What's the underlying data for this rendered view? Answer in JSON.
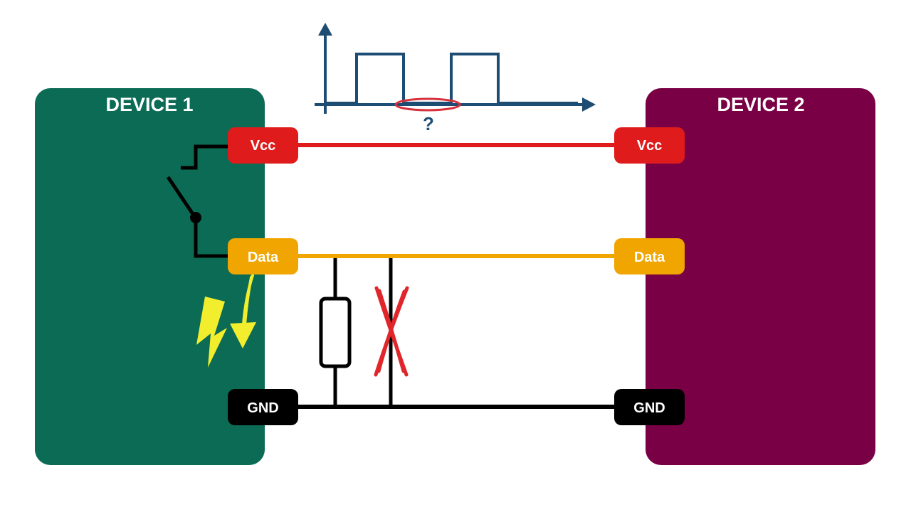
{
  "devices": {
    "left": {
      "title": "DEVICE 1",
      "color": "#0b6b55"
    },
    "right": {
      "title": "DEVICE 2",
      "color": "#7a0045"
    }
  },
  "pins": {
    "vcc": {
      "label": "Vcc",
      "color": "#e01b1b"
    },
    "data": {
      "label": "Data",
      "color": "#f0a500"
    },
    "gnd": {
      "label": "GND",
      "color": "#000000"
    }
  },
  "signal_plot": {
    "question_mark": "?",
    "axis_color": "#1d4d73",
    "highlight_color": "#d6303b"
  },
  "annotations": {
    "spark_color": "#f2ee2e",
    "cross_color": "#e0262a",
    "component_icons": [
      "switch-icon",
      "resistor-icon",
      "lightning-icon",
      "arrow-icon",
      "cross-icon"
    ]
  }
}
